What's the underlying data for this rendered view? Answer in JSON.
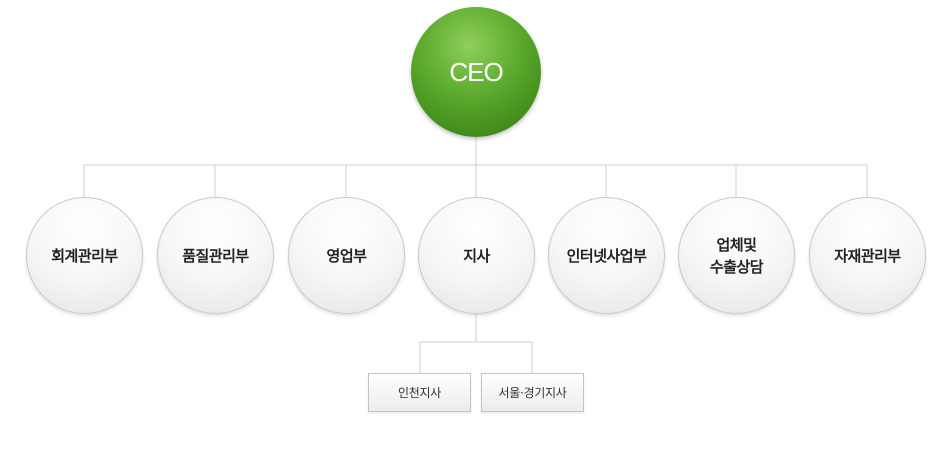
{
  "ceo": {
    "label": "CEO"
  },
  "departments": [
    {
      "label": "회계관리부"
    },
    {
      "label": "품질관리부"
    },
    {
      "label": "영업부"
    },
    {
      "label": "지사"
    },
    {
      "label": "인터넷사업부"
    },
    {
      "label": "업체및\n수출상담"
    },
    {
      "label": "자재관리부"
    }
  ],
  "branches": [
    {
      "label": "인천지사"
    },
    {
      "label": "서울·경기지사"
    }
  ],
  "colors": {
    "ceo": "#4f9a24",
    "line": "#cfcfcf"
  }
}
